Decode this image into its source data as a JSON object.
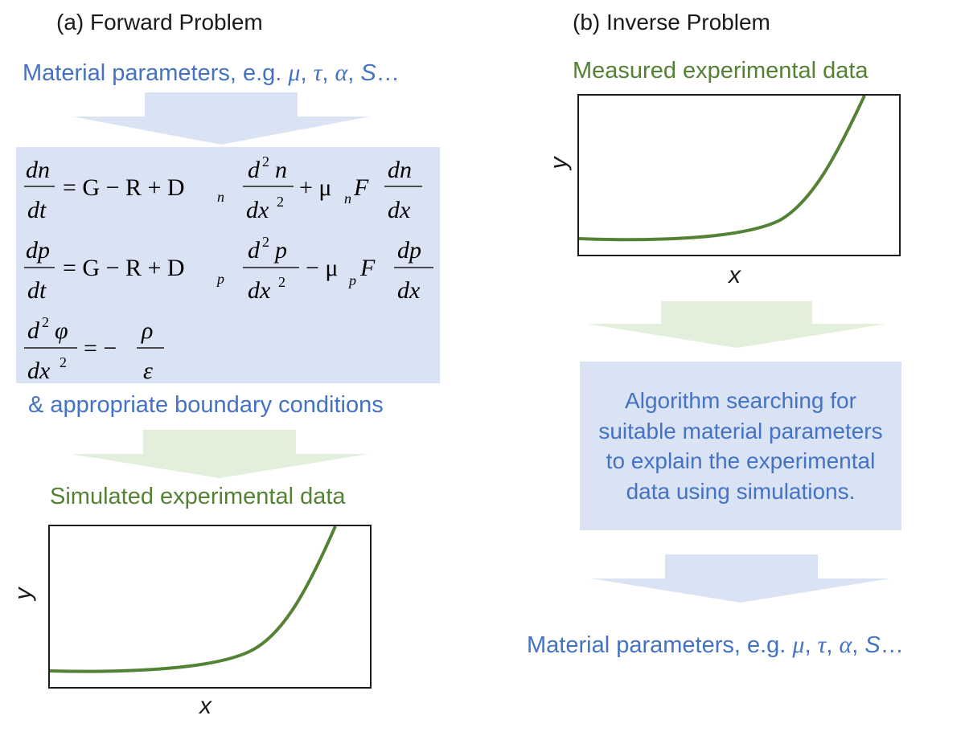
{
  "forward": {
    "title": "(a) Forward Problem",
    "params_prefix": "Material parameters, e.g. ",
    "params_mu": "μ",
    "params_tau": "τ",
    "params_alpha": "α",
    "params_S": "S",
    "params_ellipsis": "…",
    "params_comma": ", ",
    "boundary_label": "& appropriate boundary conditions",
    "simulated_label": "Simulated experimental data",
    "plot": {
      "xlabel": "x",
      "ylabel": "y"
    }
  },
  "inverse": {
    "title": "(b) Inverse Problem",
    "measured_label": "Measured experimental data",
    "algorithm_text": "Algorithm searching for suitable material parameters to explain the experimental data using simulations.",
    "params_prefix": "Material parameters, e.g. ",
    "params_mu": "μ",
    "params_tau": "τ",
    "params_alpha": "α",
    "params_S": "S",
    "params_ellipsis": "…",
    "params_comma": ", ",
    "plot": {
      "xlabel": "x",
      "ylabel": "y"
    }
  },
  "equations": {
    "eq1": {
      "lhs_num": "dn",
      "lhs_den": "dt",
      "rhs1": "= G − R + D",
      "rhs1_sub": "n",
      "frac2_num": "d",
      "frac2_num_sup": "2",
      "frac2_num_var": "n",
      "frac2_den": "dx",
      "frac2_den_sup": "2",
      "op": "+ μ",
      "op_sub": "n",
      "op_var": "F",
      "frac3_num": "dn",
      "frac3_den": "dx"
    },
    "eq2": {
      "lhs_num": "dp",
      "lhs_den": "dt",
      "rhs1": "= G − R + D",
      "rhs1_sub": "p",
      "frac2_num": "d",
      "frac2_num_sup": "2",
      "frac2_num_var": "p",
      "frac2_den": "dx",
      "frac2_den_sup": "2",
      "op": "− μ",
      "op_sub": "p",
      "op_var": "F",
      "frac3_num": "dp",
      "frac3_den": "dx"
    },
    "eq3": {
      "lhs_num": "d",
      "lhs_num_sup": "2",
      "lhs_num_var": "φ",
      "lhs_den": "dx",
      "lhs_den_sup": "2",
      "rhs": "= −",
      "frac_num": "ρ",
      "frac_den": "ε"
    }
  },
  "colors": {
    "blue_text": "#4472c4",
    "green_text": "#548235",
    "box_fill": "#dae3f3",
    "green_arrow": "#e2efda",
    "blue_arrow": "#dae3f3",
    "curve": "#548235"
  },
  "chart_data": [
    {
      "type": "line",
      "title": "Simulated experimental data",
      "xlabel": "x",
      "ylabel": "y",
      "series": [
        {
          "values": "exponential-like rising curve"
        }
      ]
    },
    {
      "type": "line",
      "title": "Measured experimental data",
      "xlabel": "x",
      "ylabel": "y",
      "series": [
        {
          "values": "exponential-like rising curve"
        }
      ]
    }
  ]
}
